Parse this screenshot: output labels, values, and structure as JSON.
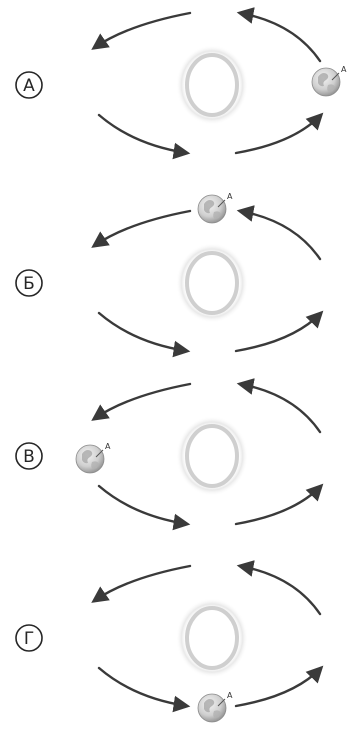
{
  "panels": [
    {
      "option_letter": "А",
      "planet_position": "right",
      "point_label": "А"
    },
    {
      "option_letter": "Б",
      "planet_position": "top",
      "point_label": "А"
    },
    {
      "option_letter": "В",
      "planet_position": "left",
      "point_label": "А"
    },
    {
      "option_letter": "Г",
      "planet_position": "bottom",
      "point_label": "А"
    }
  ],
  "colors": {
    "arrow": "#3a3a3a",
    "sun_outline": "#cfcfcf",
    "sun_glow": "#e6e6e6",
    "planet_fill": "#d6d6d6",
    "text": "#262626"
  }
}
